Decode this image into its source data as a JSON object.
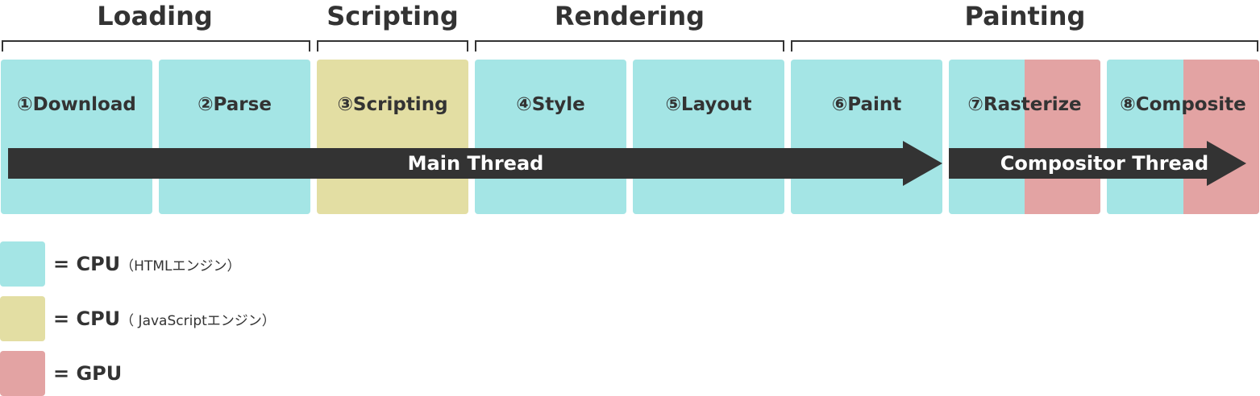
{
  "colors": {
    "cpu_html": "#a4e5e5",
    "cpu_js": "#e3dea3",
    "gpu": "#e3a3a3",
    "arrow": "#333333",
    "text": "#333333"
  },
  "phases": [
    "Loading",
    "Scripting",
    "Rendering",
    "Painting"
  ],
  "stages": [
    "①Download",
    "②Parse",
    "③Scripting",
    "④Style",
    "⑤Layout",
    "⑥Paint",
    "⑦Rasterize",
    "⑧Composite"
  ],
  "threads": {
    "main": "Main Thread",
    "compositor": "Compositor Thread"
  },
  "legend": [
    {
      "label": "= CPU",
      "note": "（HTMLエンジン）"
    },
    {
      "label": "= CPU",
      "note": "（ JavaScriptエンジン）"
    },
    {
      "label": "= GPU",
      "note": ""
    }
  ]
}
